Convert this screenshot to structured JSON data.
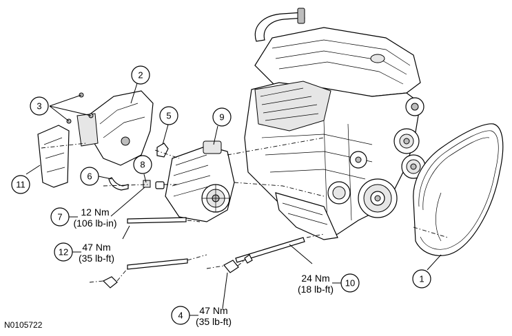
{
  "figure_code": "N0105722",
  "callouts": [
    {
      "id": "1",
      "number": "1"
    },
    {
      "id": "2",
      "number": "2"
    },
    {
      "id": "3",
      "number": "3"
    },
    {
      "id": "4",
      "number": "4",
      "torque_nm": "47 Nm",
      "torque_imperial": "(35 lb-ft)"
    },
    {
      "id": "5",
      "number": "5"
    },
    {
      "id": "6",
      "number": "6"
    },
    {
      "id": "7",
      "number": "7",
      "torque_nm": "12 Nm",
      "torque_imperial": "(106 lb-in)"
    },
    {
      "id": "8",
      "number": "8"
    },
    {
      "id": "9",
      "number": "9"
    },
    {
      "id": "10",
      "number": "10",
      "torque_nm": "24 Nm",
      "torque_imperial": "(18 lb-ft)"
    },
    {
      "id": "11",
      "number": "11"
    },
    {
      "id": "12",
      "number": "12",
      "torque_nm": "47 Nm",
      "torque_imperial": "(35 lb-ft)"
    }
  ]
}
